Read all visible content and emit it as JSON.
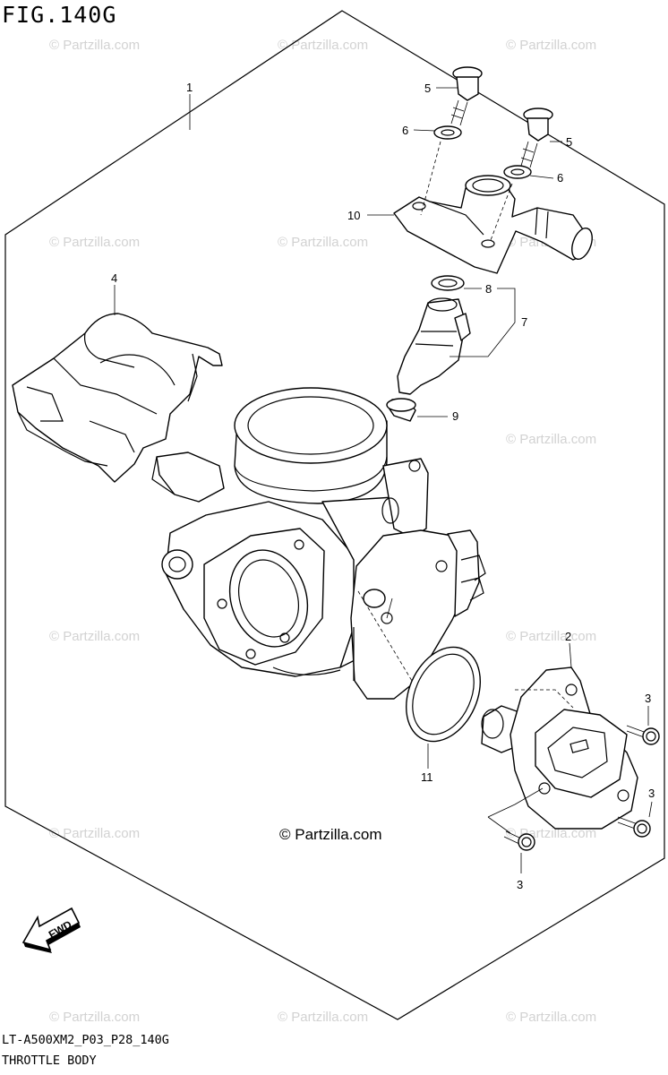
{
  "figure": {
    "title": "FIG.140G",
    "model_code": "LT-A500XM2_P03_P28_140G",
    "section_title": "THROTTLE BODY",
    "copyright": "© Partzilla.com",
    "watermark": "© Partzilla.com",
    "fwd_label": "FWD"
  },
  "callouts": {
    "c1": "1",
    "c2": "2",
    "c3a": "3",
    "c3b": "3",
    "c3c": "3",
    "c4": "4",
    "c5a": "5",
    "c5b": "5",
    "c6a": "6",
    "c6b": "6",
    "c7": "7",
    "c8": "8",
    "c9": "9",
    "c10": "10",
    "c11": "11"
  }
}
